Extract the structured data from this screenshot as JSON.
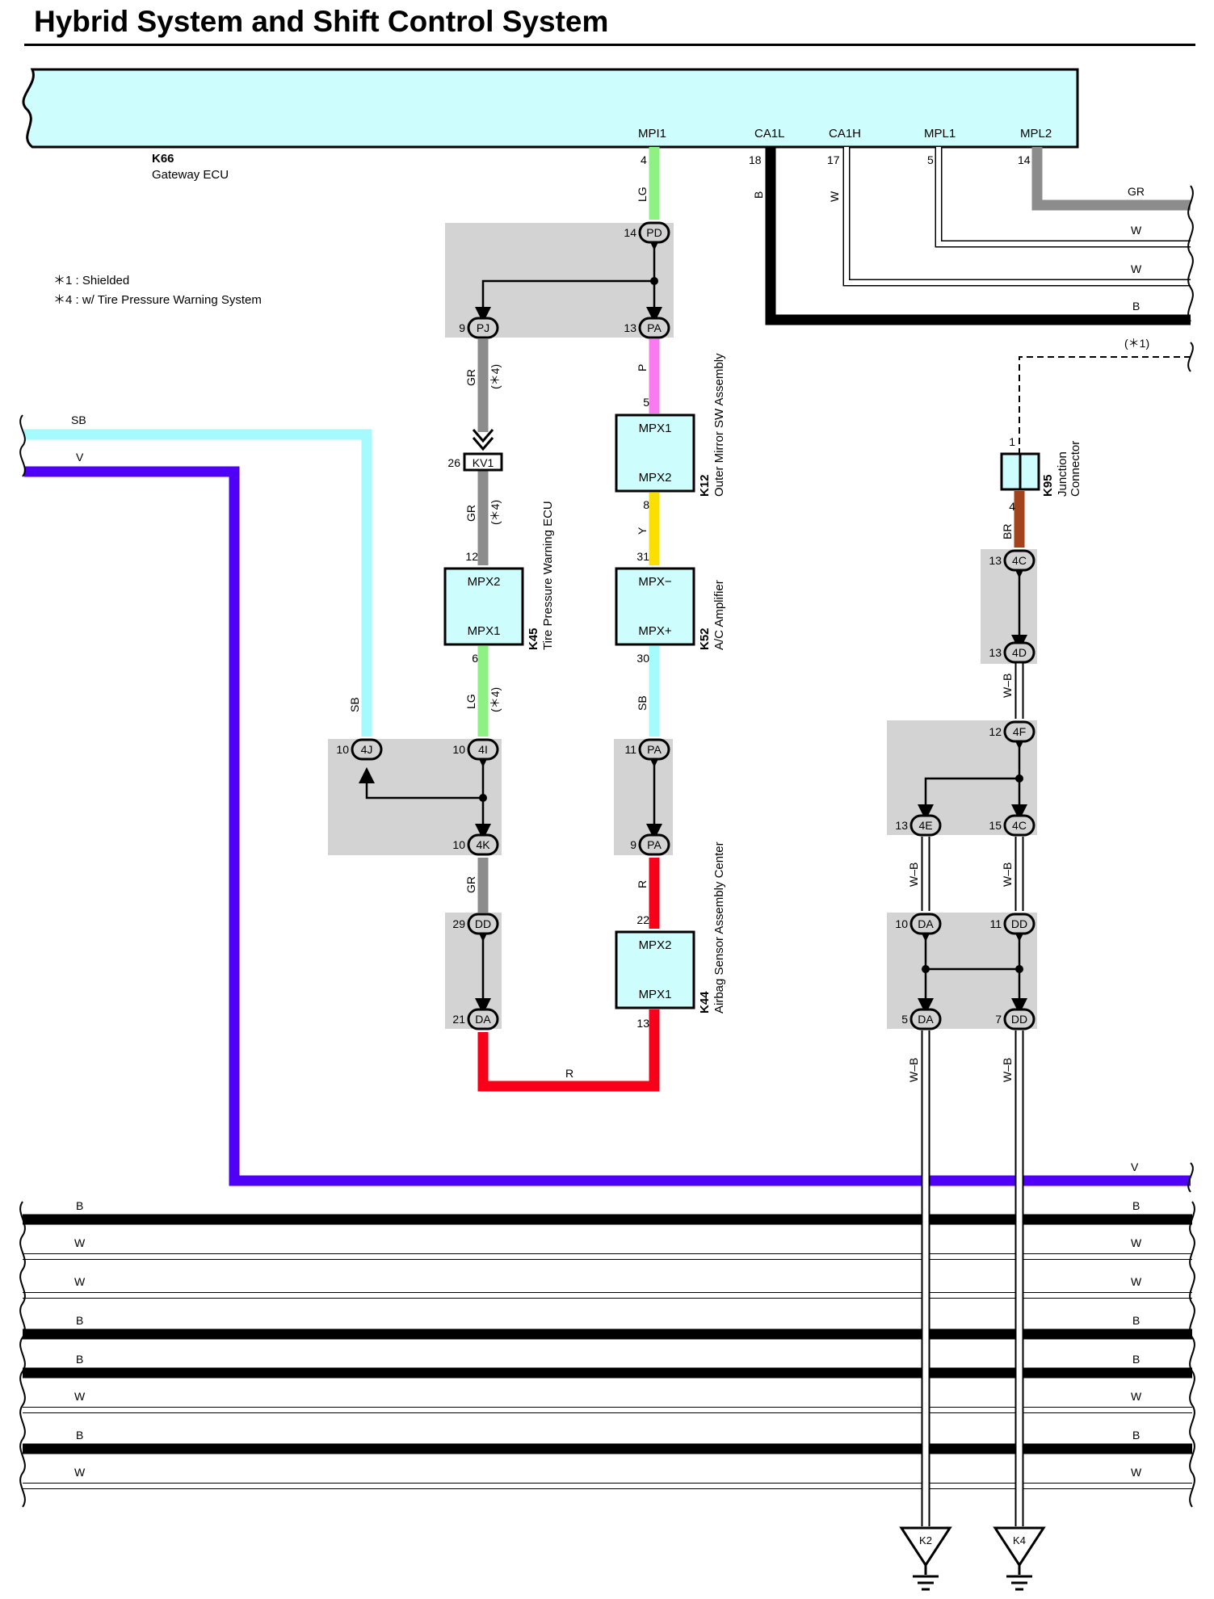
{
  "page": {
    "title": "Hybrid System and Shift Control System"
  },
  "notes": [
    "＊1 : Shielded",
    "＊4 : w/ Tire Pressure Warning System"
  ],
  "ecu": {
    "code": "K66",
    "name": "Gateway ECU",
    "terminals": [
      {
        "name": "MPI1",
        "pin": "4"
      },
      {
        "name": "CA1L",
        "pin": "18"
      },
      {
        "name": "CA1H",
        "pin": "17"
      },
      {
        "name": "MPL1",
        "pin": "5"
      },
      {
        "name": "MPL2",
        "pin": "14"
      }
    ]
  },
  "components": [
    {
      "code": "K12",
      "name": "Outer Mirror SW Assembly",
      "top": "MPX1",
      "bottom": "MPX2",
      "pin_top": "5",
      "pin_bottom": "8"
    },
    {
      "code": "K52",
      "name": "A/C Amplifier",
      "top": "MPX−",
      "bottom": "MPX+",
      "pin_top": "31",
      "pin_bottom": "30"
    },
    {
      "code": "K45",
      "name": "Tire Pressure Warning ECU",
      "top": "MPX2",
      "bottom": "MPX1",
      "pin_top": "12",
      "pin_bottom": "6"
    },
    {
      "code": "K44",
      "name": "Airbag Sensor Assembly Center",
      "top": "MPX2",
      "bottom": "MPX1",
      "pin_top": "22",
      "pin_bottom": "13"
    },
    {
      "code": "K95",
      "name": "Junction",
      "name2": "Connector",
      "pin_top": "1",
      "pin_bottom": "4"
    }
  ],
  "kv1": {
    "label": "KV1",
    "pin": "26"
  },
  "connectors": {
    "pd14": {
      "label": "PD",
      "pin": "14"
    },
    "pj9": {
      "label": "PJ",
      "pin": "9"
    },
    "pa13": {
      "label": "PA",
      "pin": "13"
    },
    "j4j": {
      "label": "4J",
      "pin": "10"
    },
    "j4i": {
      "label": "4I",
      "pin": "10"
    },
    "j4k": {
      "label": "4K",
      "pin": "10"
    },
    "pa11": {
      "label": "PA",
      "pin": "11"
    },
    "pa9": {
      "label": "PA",
      "pin": "9"
    },
    "dd29": {
      "label": "DD",
      "pin": "29"
    },
    "da21": {
      "label": "DA",
      "pin": "21"
    },
    "c4c13": {
      "label": "4C",
      "pin": "13"
    },
    "c4d13": {
      "label": "4D",
      "pin": "13"
    },
    "c4f12": {
      "label": "4F",
      "pin": "12"
    },
    "c4e13": {
      "label": "4E",
      "pin": "13"
    },
    "c4c15": {
      "label": "4C",
      "pin": "15"
    },
    "da10": {
      "label": "DA",
      "pin": "10"
    },
    "dd11": {
      "label": "DD",
      "pin": "11"
    },
    "da5": {
      "label": "DA",
      "pin": "5"
    },
    "dd7": {
      "label": "DD",
      "pin": "7"
    }
  },
  "grounds": [
    {
      "label": "K2"
    },
    {
      "label": "K4"
    }
  ],
  "wire_labels": {
    "lg": "LG",
    "b": "B",
    "w": "W",
    "gr": "GR",
    "p": "P",
    "y": "Y",
    "sb": "SB",
    "r": "R",
    "v": "V",
    "br": "BR",
    "wb": "W–B",
    "star4": "(＊4)",
    "star1": "(＊1)"
  },
  "right_bus_labels": [
    "GR",
    "W",
    "W",
    "B"
  ],
  "bottom_bus_labels": [
    "B",
    "W",
    "W",
    "B",
    "B",
    "W",
    "B",
    "W"
  ],
  "colors": {
    "component_fill": "#cdfdfd",
    "splice_grey": "#d3d3d3",
    "lg": "#8df283",
    "gr": "#8c8c8c",
    "p": "#f87cf0",
    "y": "#fbdf00",
    "sb": "#a4fafd",
    "r": "#f7001a",
    "v": "#4f00f7",
    "br": "#a1441b",
    "b": "#000000"
  }
}
